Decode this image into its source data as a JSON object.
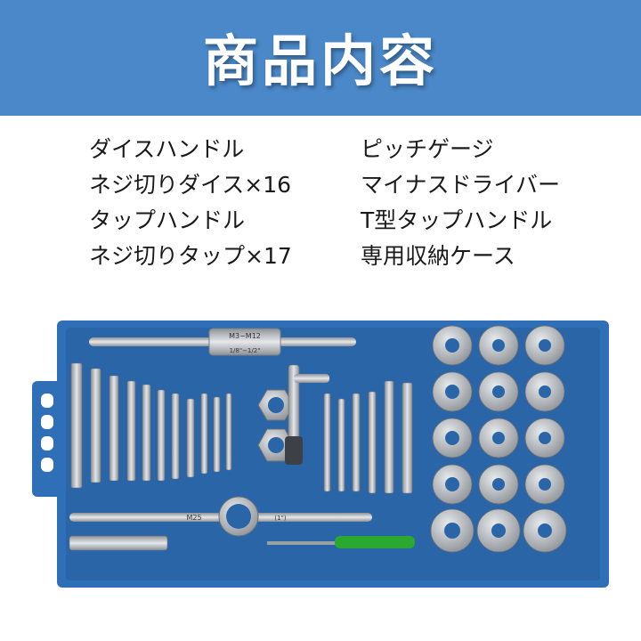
{
  "banner": {
    "title": "商品内容"
  },
  "contents": {
    "left": [
      "ダイスハンドル",
      "ネジ切りダイス×16",
      "タップハンドル",
      "ネジ切りタップ×17"
    ],
    "right": [
      "ピッチゲージ",
      "マイナスドライバー",
      "T型タップハンドル",
      "専用収納ケース"
    ]
  },
  "photo": {
    "handle_top_label": "M3−M12",
    "handle_top_sub": "1/8\"−1/2\"",
    "handle_bottom_label": "M25",
    "handle_bottom_sub": "(1\")",
    "colors": {
      "case": "#2f6fb8",
      "case_dark": "#1f5a9c",
      "steel": "#b9bdc2",
      "screwdriver": "#2aa830"
    }
  }
}
